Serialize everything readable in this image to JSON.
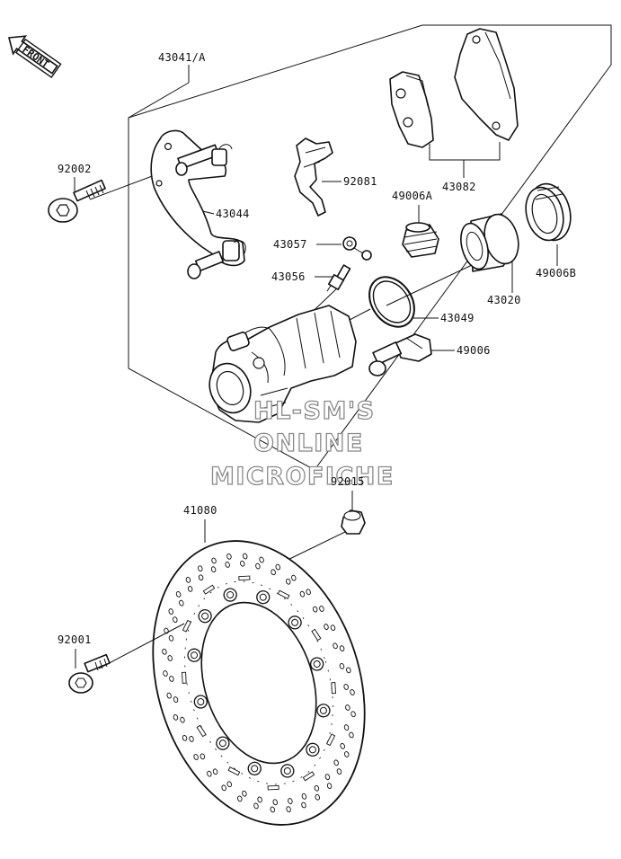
{
  "front_badge": "FRONT",
  "labels": {
    "l43041A": "43041/A",
    "l92002": "92002",
    "l43044": "43044",
    "l92081": "92081",
    "l43082": "43082",
    "l49006A": "49006A",
    "l43057": "43057",
    "l43056": "43056",
    "l43020": "43020",
    "l49006B": "49006B",
    "l43049": "43049",
    "l49006": "49006",
    "l92015": "92015",
    "l41080": "41080",
    "l92001": "92001"
  },
  "watermark": {
    "line1": "HL-SM'S",
    "line2": "ONLINE",
    "line3": "MICROFICHE"
  }
}
